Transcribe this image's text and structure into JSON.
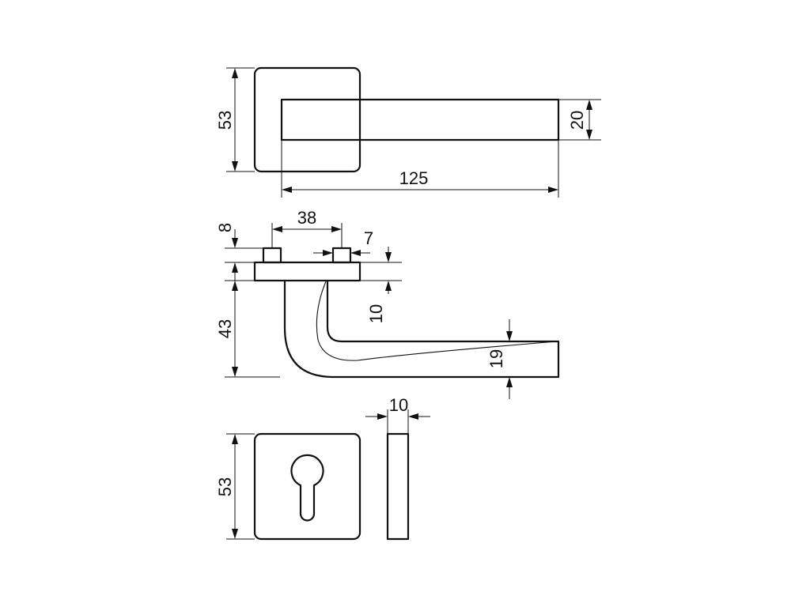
{
  "drawing": {
    "subject": "door lever handle on square rose",
    "colors": {
      "line": "#111111",
      "background": "#ffffff"
    },
    "dimensions": {
      "top_rose_height": "53",
      "lever_height": "20",
      "lever_length": "125",
      "spindle_spacing": "38",
      "pin_width": "7",
      "pin_height": "8",
      "base_thickness": "10",
      "handle_projection": "43",
      "grip_thickness": "19",
      "escutcheon_thickness": "10",
      "escutcheon_height": "53"
    }
  }
}
